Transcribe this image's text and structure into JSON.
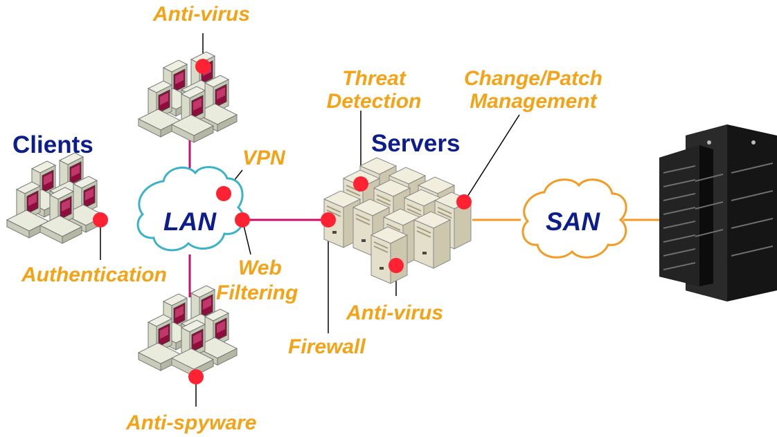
{
  "colors": {
    "accent_label": "#f5a316",
    "heading": "#0d1e8c",
    "lan_link": "#c8106a",
    "san_link": "#f59a22",
    "marker": "#ff2233",
    "lan_cloud_stroke": "#3ab3c8",
    "san_cloud_stroke": "#f59a22"
  },
  "groups": {
    "clients": "Clients",
    "servers": "Servers"
  },
  "clouds": {
    "lan": "LAN",
    "san": "SAN"
  },
  "security_labels": {
    "antivirus_top": "Anti-virus",
    "authentication": "Authentication",
    "vpn": "VPN",
    "web_filtering_1": "Web",
    "web_filtering_2": "Filtering",
    "anti_spyware": "Anti-spyware",
    "firewall": "Firewall",
    "threat_detection_1": "Threat",
    "threat_detection_2": "Detection",
    "change_patch_1": "Change/Patch",
    "change_patch_2": "Management",
    "antivirus_servers": "Anti-virus"
  },
  "icons": {
    "workstations": "workstation-cluster-icon",
    "servers": "server-rack-icon",
    "storage": "storage-array-icon",
    "cloud": "cloud-icon",
    "marker": "security-point-icon"
  }
}
